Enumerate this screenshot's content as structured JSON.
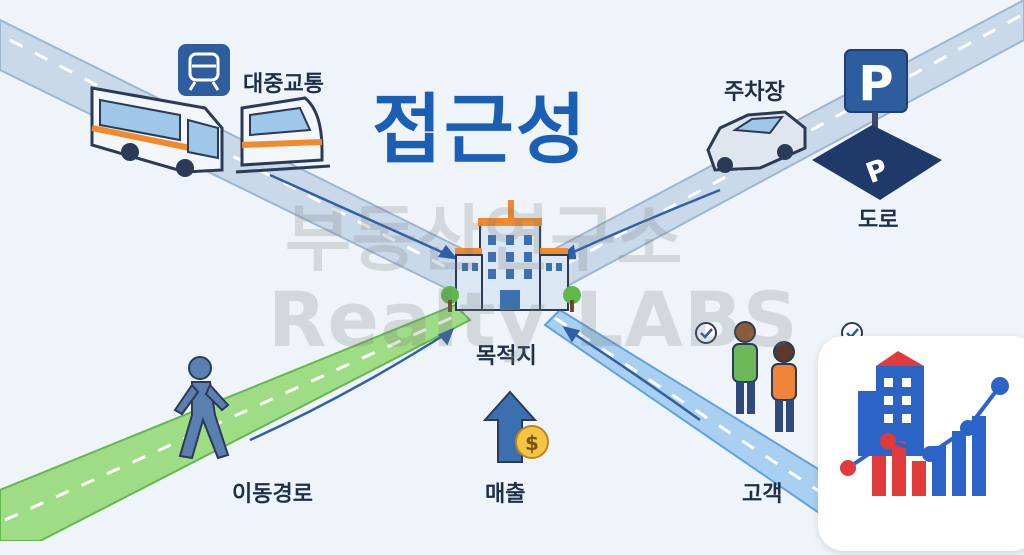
{
  "title": "접근성",
  "labels": {
    "public_transit": "대중교통",
    "parking": "주차장",
    "road": "도로",
    "destination": "목적지",
    "movement_path": "이동경로",
    "sales": "매출",
    "customers": "고객"
  },
  "watermark": {
    "line1": "부동산연구소",
    "line2": "Realty LABS"
  },
  "icons": {
    "transit_sign": "train-icon",
    "parking_sign": "P",
    "ground_marking": "P",
    "sales_coin": "$"
  },
  "colors": {
    "title": "#1b5fb4",
    "road_blue": "#b9cde4",
    "path_green": "#7ecf6a",
    "path_blue": "#7eb7e8",
    "arrow": "#2f5fa6"
  }
}
